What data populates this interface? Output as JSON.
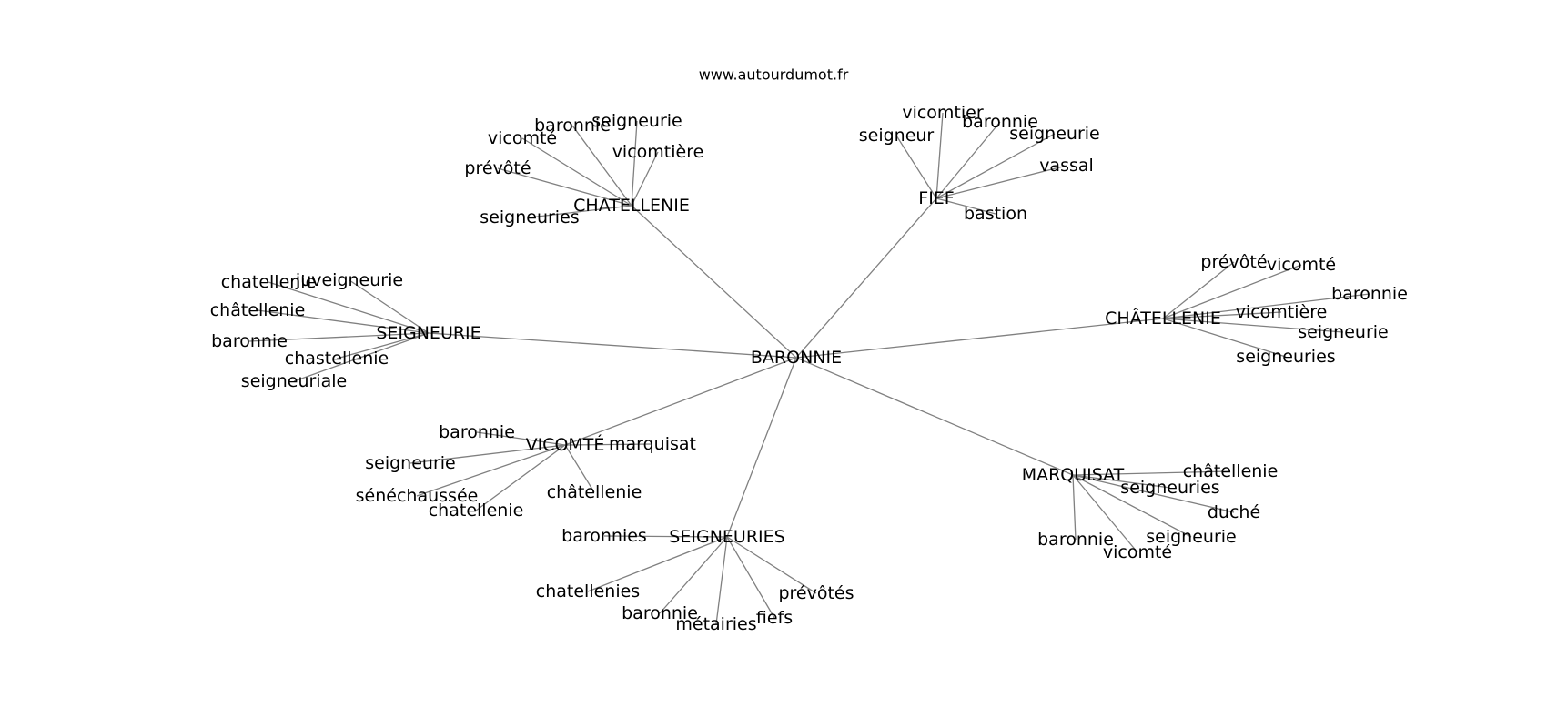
{
  "site": "www.autourdumot.fr",
  "colors": {
    "edge": "#808080",
    "text": "#000000",
    "background": "#ffffff"
  },
  "graph": {
    "center": "BARONNIE",
    "clusters": [
      {
        "hub": "CHATELLENIE",
        "leaves": [
          "baronnie",
          "seigneurie",
          "vicomté",
          "vicomtière",
          "prévôté",
          "seigneuries"
        ]
      },
      {
        "hub": "FIEF",
        "leaves": [
          "vicomtier",
          "baronnie",
          "seigneur",
          "seigneurie",
          "vassal",
          "bastion"
        ]
      },
      {
        "hub": "SEIGNEURIE",
        "leaves": [
          "chatellenie",
          "juveigneurie",
          "châtellenie",
          "baronnie",
          "chastellenie",
          "seigneuriale"
        ]
      },
      {
        "hub": "CHÂTELLENIE",
        "leaves": [
          "prévôté",
          "vicomté",
          "baronnie",
          "vicomtière",
          "seigneurie",
          "seigneuries"
        ]
      },
      {
        "hub": "VICOMTÉ",
        "leaves": [
          "baronnie",
          "marquisat",
          "seigneurie",
          "sénéchaussée",
          "châtellenie",
          "chatellenie"
        ]
      },
      {
        "hub": "MARQUISAT",
        "leaves": [
          "châtellenie",
          "seigneuries",
          "duché",
          "seigneurie",
          "baronnie",
          "vicomté"
        ]
      },
      {
        "hub": "SEIGNEURIES",
        "leaves": [
          "baronnies",
          "chatellenies",
          "prévôtés",
          "baronnie",
          "métairies",
          "fiefs"
        ]
      }
    ]
  }
}
